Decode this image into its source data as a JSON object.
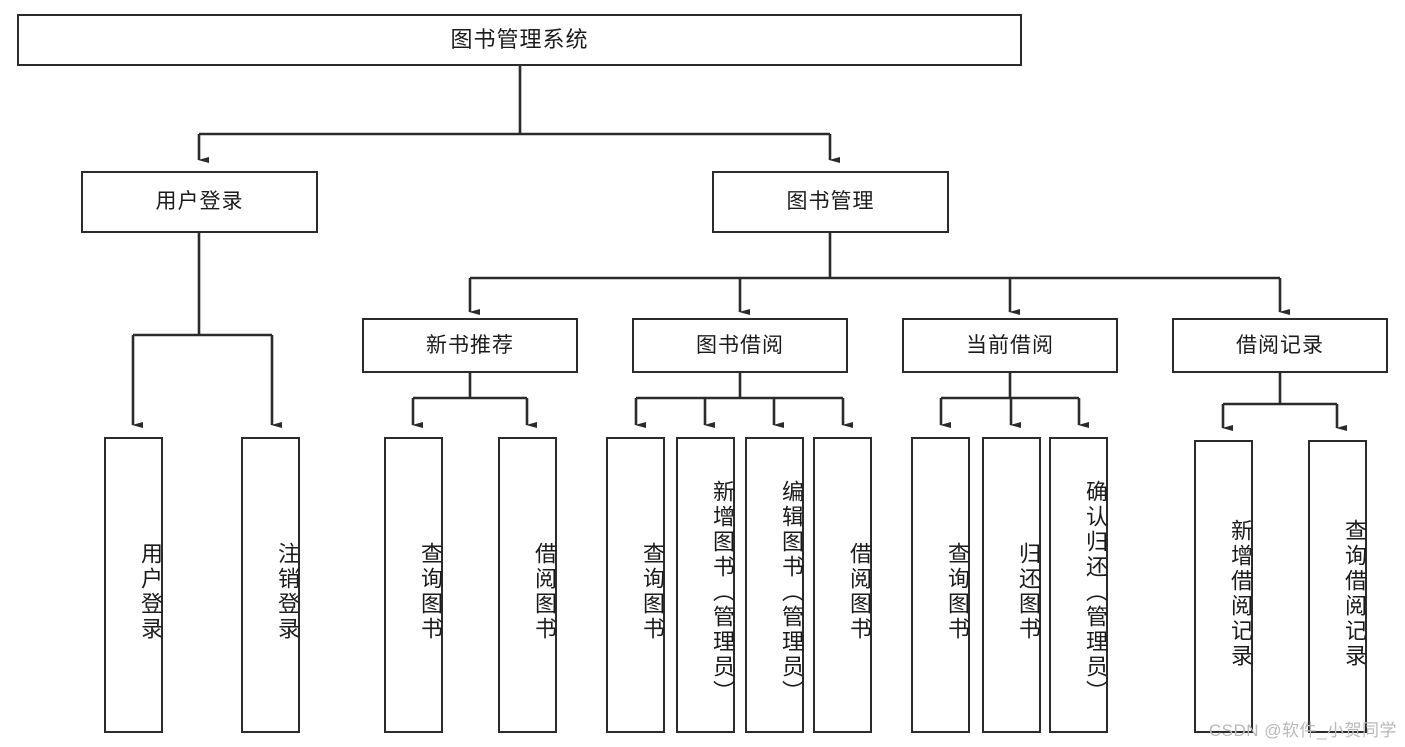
{
  "diagram": {
    "type": "tree",
    "title": "图书管理系统",
    "watermark": "CSDN @软件_小贺同学",
    "colors": {
      "stroke": "#2b2b2b",
      "fill": "#ffffff",
      "text": "#1b1b1b",
      "watermark": "#b9b9b9"
    },
    "root": {
      "label": "图书管理系统"
    },
    "level1": [
      {
        "label": "用户登录"
      },
      {
        "label": "图书管理"
      }
    ],
    "level2": [
      {
        "label": "新书推荐"
      },
      {
        "label": "图书借阅"
      },
      {
        "label": "当前借阅"
      },
      {
        "label": "借阅记录"
      }
    ],
    "leaves_user_login": [
      {
        "label": "用户登录"
      },
      {
        "label": "注销登录"
      }
    ],
    "leaves_new_book": [
      {
        "label": "查询图书"
      },
      {
        "label": "借阅图书"
      }
    ],
    "leaves_borrow": [
      {
        "label": "查询图书"
      },
      {
        "label": "新增图书（管理员）"
      },
      {
        "label": "编辑图书（管理员）"
      },
      {
        "label": "借阅图书"
      }
    ],
    "leaves_current": [
      {
        "label": "查询图书"
      },
      {
        "label": "归还图书"
      },
      {
        "label": "确认归还（管理员）"
      }
    ],
    "leaves_record": [
      {
        "label": "新增借阅记录"
      },
      {
        "label": "查询借阅记录"
      }
    ]
  }
}
